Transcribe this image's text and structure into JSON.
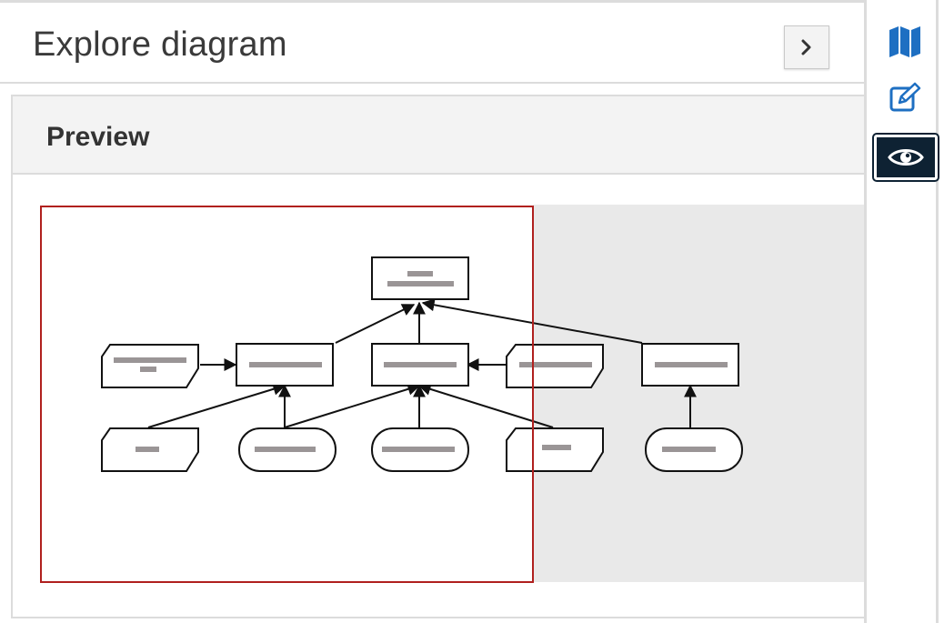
{
  "panel": {
    "title": "Explore diagram",
    "collapse_icon": "chevron-right-icon"
  },
  "preview": {
    "title": "Preview"
  },
  "toolbar": {
    "items": [
      {
        "name": "map",
        "icon": "map-icon",
        "active": false
      },
      {
        "name": "edit",
        "icon": "edit-icon",
        "active": false
      },
      {
        "name": "preview",
        "icon": "eye-icon",
        "active": true
      }
    ]
  },
  "colors": {
    "accent_blue": "#1e6fc2",
    "active_bg": "#0e2233",
    "viewport_border": "#b0201e",
    "placeholder_text": "#9a9596"
  }
}
